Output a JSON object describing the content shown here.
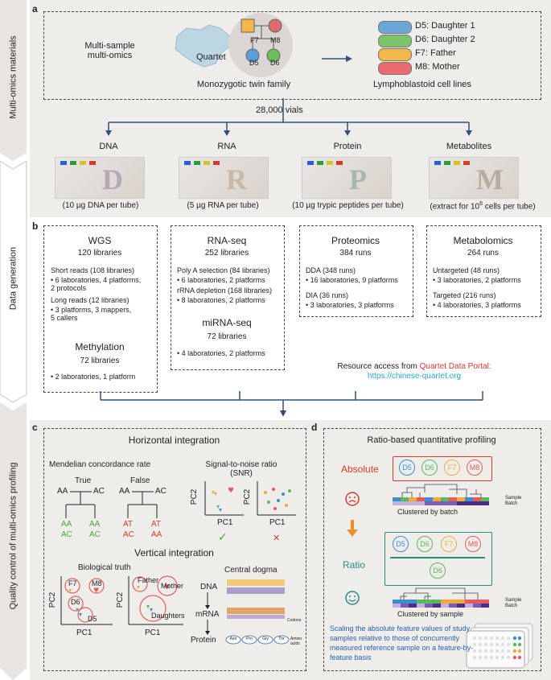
{
  "side_labels": {
    "materials": "Multi-omics materials",
    "generation": "Data generation",
    "qc": "Quality control of multi-omics profiling"
  },
  "panel_a": {
    "label": "a",
    "multi_sample": "Multi-sample\nmulti-omics",
    "quartet": "Quartet",
    "family_nodes": [
      "F7",
      "M8",
      "D5",
      "D6"
    ],
    "family_caption": "Monozygotic twin family",
    "cell_lines": [
      "D5: Daughter 1",
      "D6: Daughter 2",
      "F7: Father",
      "M8: Mother"
    ],
    "cell_caption": "Lymphoblastoid cell lines",
    "vials": "28,000 vials",
    "types": [
      {
        "name": "DNA",
        "letter": "D",
        "caption": "(10 µg DNA per tube)"
      },
      {
        "name": "RNA",
        "letter": "R",
        "caption": "(5 µg RNA per tube)"
      },
      {
        "name": "Protein",
        "letter": "P",
        "caption": "(10 µg trypic peptides per tube)"
      },
      {
        "name": "Metabolites",
        "letter": "M",
        "caption_pre": "(extract for 10",
        "caption_sup": "6",
        "caption_post": " cells per tube)"
      }
    ],
    "colors": {
      "d5": "#3b8fd0",
      "d6": "#5cb85c",
      "f7": "#f2a93b",
      "m8": "#e35d5d"
    }
  },
  "panel_b": {
    "label": "b",
    "wgs": {
      "title": "WGS",
      "count": "120 libraries",
      "short": "Short reads (108 libraries)",
      "short_detail": "• 6 laboratories, 4 platforms,\n2 protocols",
      "long": "Long reads (12 libraries)",
      "long_detail": "• 3 platforms, 3 mappers,\n5 callers",
      "meth_title": "Methylation",
      "meth_count": "72 libraries",
      "meth_detail": "• 2 laboratories, 1 platform"
    },
    "rna": {
      "title": "RNA-seq",
      "count": "252 libraries",
      "polya": "Poly A selection (84 libraries)",
      "polya_detail": "• 6 laboratories, 2 platforms",
      "rrna": "rRNA depletion (168 libraries)",
      "rrna_detail": "• 8 laboratories, 2 platforms",
      "mirna_title": "miRNA-seq",
      "mirna_count": "72 libraries",
      "mirna_detail": "• 4 laboratories, 2 platforms"
    },
    "prot": {
      "title": "Proteomics",
      "count": "384 runs",
      "dda": "DDA (348 runs)",
      "dda_detail": "• 16 laboratories, 9 platforms",
      "dia": "DIA (36 runs)",
      "dia_detail": "• 3 laboratories, 3 platforms"
    },
    "metab": {
      "title": "Metabolomics",
      "count": "264 runs",
      "untargeted": "Untargeted (48 runs)",
      "untargeted_detail": "• 3 laboratories, 2 platforms",
      "targeted": "Targeted (216 runs)",
      "targeted_detail": "• 4 laboratories, 3 platforms"
    },
    "resource_pre": "Resource access from ",
    "resource_link": "Quartet Data Portal:",
    "resource_url": "https://chinese-quartet.org"
  },
  "panel_c": {
    "label": "c",
    "horizontal": "Horizontal integration",
    "mendel_title": "Mendelian concordance rate",
    "true_label": "True",
    "false_label": "False",
    "parents": [
      "AA",
      "AC"
    ],
    "true_children": [
      "AA",
      "AA",
      "AC",
      "AC"
    ],
    "false_children": [
      "AT",
      "AT",
      "AC",
      "AA"
    ],
    "snr_title": "Signal-to-noise ratio\n(SNR)",
    "pc1": "PC1",
    "pc2": "PC2",
    "check": "✓",
    "cross": "✕",
    "vertical": "Vertical integration",
    "bio_truth": "Biological truth",
    "bio_nodes": [
      "F7",
      "M8",
      "D6",
      "D5"
    ],
    "bio_groups": [
      "Father",
      "Mother",
      "Daughters"
    ],
    "dogma_title": "Central dogma",
    "dogma_rows": [
      "DNA",
      "mRNA",
      "Protein"
    ],
    "codons": "Codons",
    "amino": "Amino\nacids",
    "amino_list": [
      "Asn",
      "Pro",
      "Gly",
      "Thr"
    ]
  },
  "panel_d": {
    "label": "d",
    "title": "Ratio-based quantitative profiling",
    "absolute": "Absolute",
    "ratio": "Ratio",
    "samples": [
      "D5",
      "D6",
      "F7",
      "M8"
    ],
    "denominator": "D6",
    "sample_label": "Sample",
    "batch_label": "Batch",
    "clustered_batch": "Clustered by batch",
    "clustered_sample": "Clustered by sample",
    "scaling_text": "Scaling the absolute feature values of study samples relative to those of concurrently measured reference sample on a feature-by-feature basis"
  }
}
